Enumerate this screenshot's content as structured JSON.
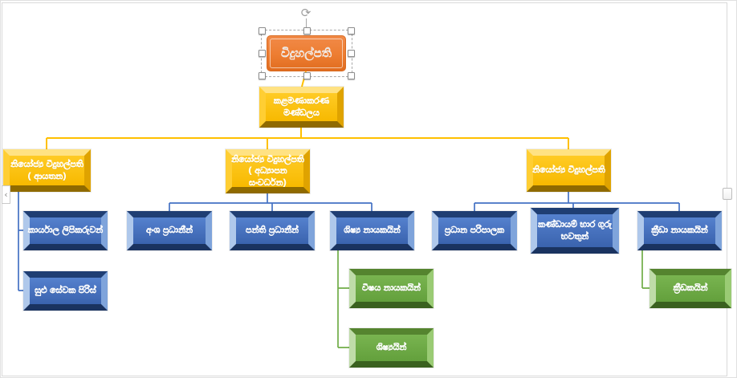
{
  "diagram": {
    "type": "org-chart",
    "nodes": {
      "principal": {
        "label": "විදුහල්පති",
        "lines": [
          "විදුහල්පති"
        ],
        "level": "root",
        "selected": true
      },
      "board": {
        "label": "කළමණාකරණ මණ්ඩලය",
        "lines": [
          "කළමණාකරණ",
          "මණ්ඩලය"
        ],
        "level": 1
      },
      "deputy_institution": {
        "label": "නියෝජ්‍ය විදුහල්පති ( ආයතන)",
        "lines": [
          "නියෝජ්‍ය විදුහල්පති",
          "( ආයතන)"
        ],
        "level": 1
      },
      "deputy_education": {
        "label": "නියෝජ්‍ය විදුහල්පති ( අධ්‍යාපන සංවර්ධන)",
        "lines": [
          "නියෝජ්‍ය විදුහල්පති",
          "( අධ්‍යාපන",
          "සංවර්ධන)"
        ],
        "level": 1
      },
      "deputy_general": {
        "label": "නියෝජ්‍ය විදුහල්පති",
        "lines": [
          "නියෝජ්‍ය විදුහල්පති"
        ],
        "level": 1
      },
      "office_clerks": {
        "label": "කාර්යාල ලිපිකරුවන්",
        "lines": [
          "කාර්යාල ලිපිකරුවන්"
        ],
        "level": 2
      },
      "minor_staff": {
        "label": "සුළු සේවක පිරිස්",
        "lines": [
          "සුළු සේවක පිරිස්"
        ],
        "level": 2
      },
      "section_heads": {
        "label": "අංශ ප්‍රධානීන්",
        "lines": [
          "අංශ ප්‍රධානීන්"
        ],
        "level": 2
      },
      "class_heads": {
        "label": "පන්ති ප්‍රධානීන්",
        "lines": [
          "පන්ති ප්‍රධානීන්"
        ],
        "level": 2
      },
      "student_leaders": {
        "label": "ශිෂ්‍ය නායකයින්",
        "lines": [
          "ශිෂ්‍ය නායකයින්"
        ],
        "level": 2
      },
      "chief_admin": {
        "label": "ප්‍රධාන පරිපාලක",
        "lines": [
          "ප්‍රධාන පරිපාලක"
        ],
        "level": 2
      },
      "team_teachers": {
        "label": "කණ්ඩායම් භාර ගුරු භවතුන්",
        "lines": [
          "කණ්ඩායම් භාර ගුරු",
          "භවතුන්"
        ],
        "level": 2
      },
      "sports_captains": {
        "label": "ක්‍රීඩා නායකයින්",
        "lines": [
          "ක්‍රීඩා නායකයින්"
        ],
        "level": 2
      },
      "subject_leaders": {
        "label": "විෂය නායකයින්",
        "lines": [
          "විෂය නායකයින්"
        ],
        "level": 3
      },
      "students": {
        "label": "ශිෂ්‍යයින්",
        "lines": [
          "ශිෂ්‍යයින්"
        ],
        "level": 3
      },
      "players": {
        "label": "ක්‍රීඩකයින්",
        "lines": [
          "ක්‍රීඩකයින්"
        ],
        "level": 3
      }
    },
    "edges": [
      {
        "from": "principal",
        "to": "board"
      },
      {
        "from": "board",
        "to": "deputy_institution"
      },
      {
        "from": "board",
        "to": "deputy_education"
      },
      {
        "from": "board",
        "to": "deputy_general"
      },
      {
        "from": "deputy_institution",
        "to": "office_clerks"
      },
      {
        "from": "deputy_institution",
        "to": "minor_staff"
      },
      {
        "from": "deputy_education",
        "to": "section_heads"
      },
      {
        "from": "deputy_education",
        "to": "class_heads"
      },
      {
        "from": "deputy_education",
        "to": "student_leaders"
      },
      {
        "from": "student_leaders",
        "to": "subject_leaders"
      },
      {
        "from": "student_leaders",
        "to": "students"
      },
      {
        "from": "deputy_general",
        "to": "chief_admin"
      },
      {
        "from": "deputy_general",
        "to": "team_teachers"
      },
      {
        "from": "deputy_general",
        "to": "sports_captains"
      },
      {
        "from": "sports_captains",
        "to": "players"
      }
    ],
    "colors": {
      "root_fill": "#ED7D31",
      "level1_fill": "#FFC000",
      "level2_fill": "#4472C4",
      "level3_fill": "#70AD47",
      "connector_yellow": "#FFC000",
      "connector_blue": "#4472C4",
      "connector_green": "#70AD47"
    }
  },
  "editor": {
    "selected_node": "principal",
    "rotation_handle_glyph": "⟳",
    "text_pane_toggle_glyph": "‹"
  }
}
